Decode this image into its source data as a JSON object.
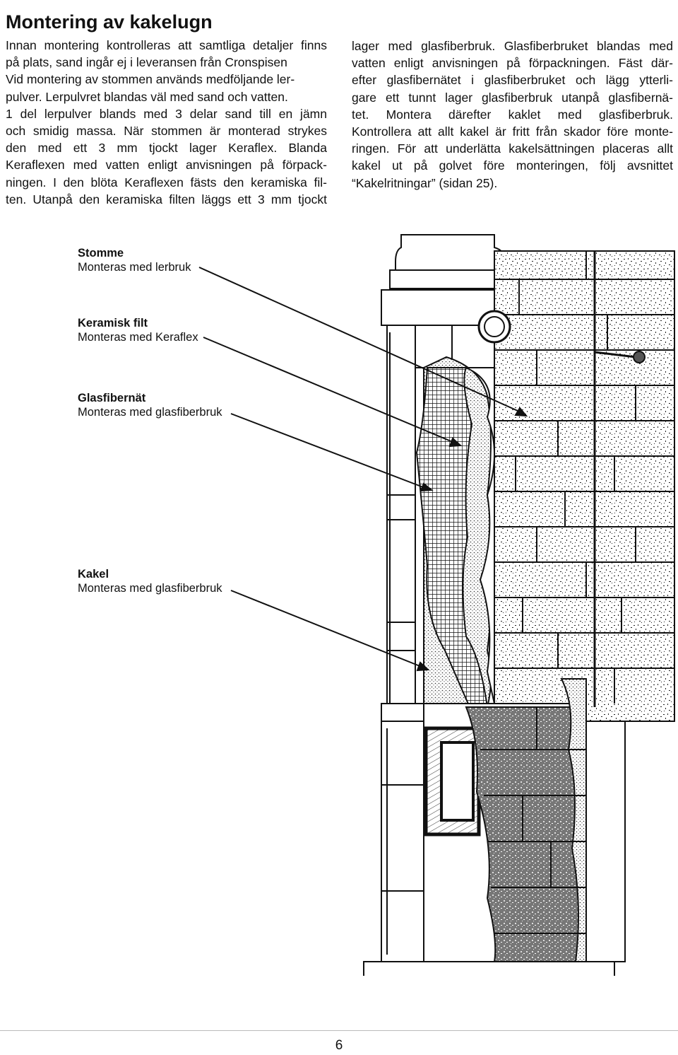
{
  "page": {
    "title": "Montering av kakelugn",
    "number": "6"
  },
  "left_column": [
    {
      "text": "Innan montering kontrolleras att samtliga detaljer finns",
      "justify": true
    },
    {
      "text": "på plats, sand ingår ej i leveransen från Cronspisen",
      "justify": false
    },
    {
      "text": "Vid montering av stommen används medföljande ler-",
      "justify": false
    },
    {
      "text": "pulver. Lerpulvret blandas väl med sand och vatten.",
      "justify": false
    },
    {
      "text": "1 del lerpulver blands med 3 delar sand till en jämn",
      "justify": true
    },
    {
      "text": "och smidig massa. När stommen är monterad strykes",
      "justify": true
    },
    {
      "text": "den med ett 3 mm tjockt lager Keraflex. Blanda",
      "justify": true
    },
    {
      "text": "Keraflexen med vatten enligt anvisningen på förpack-",
      "justify": true
    },
    {
      "text": "ningen. I den blöta Keraflexen fästs den keramiska fil-",
      "justify": true
    },
    {
      "text": "ten. Utanpå den keramiska filten läggs ett 3 mm tjockt",
      "justify": true
    }
  ],
  "right_column": [
    {
      "text": "lager med glasfiberbruk. Glasfiberbruket blandas med",
      "justify": true
    },
    {
      "text": "vatten enligt anvisningen på förpackningen. Fäst där-",
      "justify": true
    },
    {
      "text": "efter glasfibernätet i glasfiberbruket och lägg ytterli-",
      "justify": true
    },
    {
      "text": "gare ett tunnt lager glasfiberbruk utanpå glasfibernä-",
      "justify": true
    },
    {
      "text": "tet. Montera därefter kaklet med glasfiberbruk.",
      "justify": true
    },
    {
      "text": "Kontrollera att allt kakel är fritt från skador före monte-",
      "justify": true
    },
    {
      "text": "ringen. För att underlätta kakelsättningen placeras allt",
      "justify": true
    },
    {
      "text": "kakel ut på golvet före monteringen, följ avsnittet",
      "justify": true
    },
    {
      "text": "“Kakelritningar” (sidan 25).",
      "justify": false
    }
  ],
  "labels": [
    {
      "id": "stomme",
      "heading": "Stomme",
      "sub": "Monteras med lerbruk"
    },
    {
      "id": "keramisk-filt",
      "heading": "Keramisk filt",
      "sub": "Monteras med Keraflex"
    },
    {
      "id": "glasfibernat",
      "heading": "Glasfibernät",
      "sub": "Monteras med glasfiberbruk"
    },
    {
      "id": "kakel",
      "heading": "Kakel",
      "sub": "Monteras med glasfiberbruk"
    }
  ]
}
